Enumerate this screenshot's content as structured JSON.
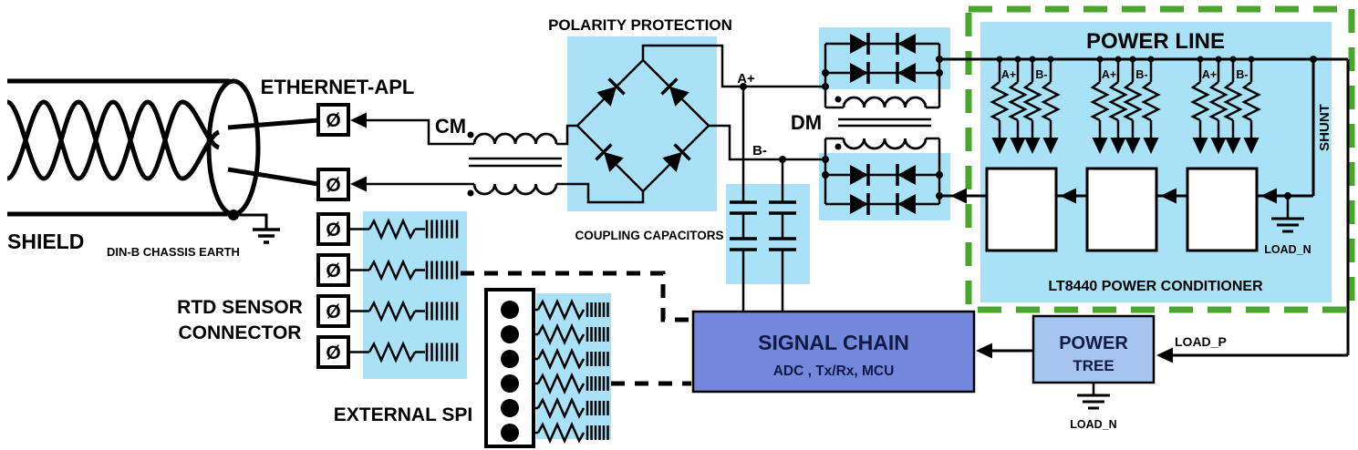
{
  "colors": {
    "highlight": "#A9E2F7",
    "signal_chain_fill": "#7387DB",
    "power_tree_fill": "#A6C4F0",
    "boundary_green": "#4AA52D",
    "wire": "#000000"
  },
  "cable": {
    "shield_label": "SHIELD",
    "earth_label": "DIN-B CHASSIS EARTH",
    "port_label": "ETHERNET-APL"
  },
  "symbols": {
    "terminal": "Ø"
  },
  "front_end": {
    "cm_label": "CM",
    "dm_label": "DM",
    "polarity_label": "POLARITY PROTECTION",
    "coupling_label": "COUPLING CAPACITORS",
    "a_plus": "A+",
    "b_minus": "B-"
  },
  "power_line": {
    "title": "POWER LINE",
    "shunt_label": "SHUNT",
    "conditioner_label": "LT8440 POWER CONDITIONER",
    "load_n_label": "LOAD_N",
    "rails": [
      {
        "a": "A+",
        "b": "B-"
      },
      {
        "a": "A+",
        "b": "B-"
      },
      {
        "a": "A+",
        "b": "B-"
      }
    ]
  },
  "signal_chain": {
    "title": "SIGNAL CHAIN",
    "subtitle": "ADC , Tx/Rx, MCU"
  },
  "power_tree": {
    "line1": "POWER",
    "line2": "TREE",
    "load_p_label": "LOAD_P",
    "load_n_label": "LOAD_N"
  },
  "rtd": {
    "label_line1": "RTD SENSOR",
    "label_line2": "CONNECTOR"
  },
  "spi": {
    "label": "EXTERNAL SPI"
  }
}
